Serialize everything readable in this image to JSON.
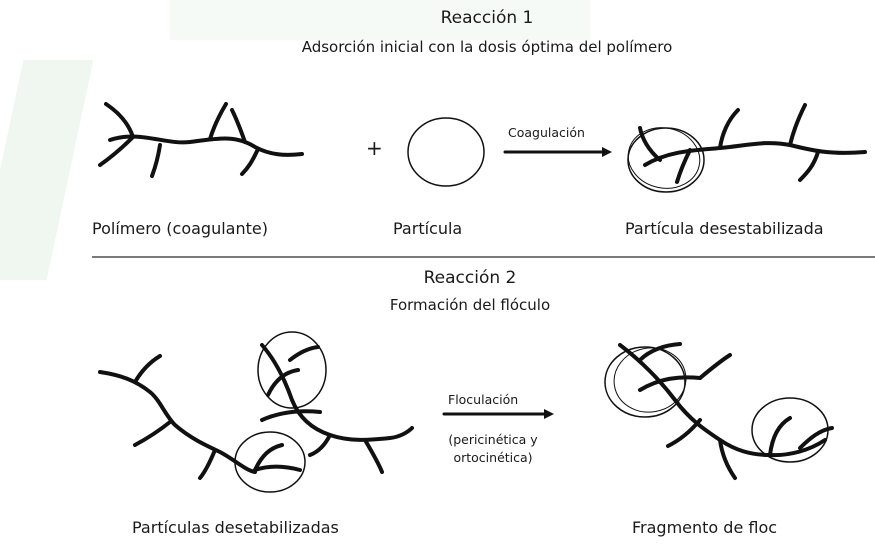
{
  "reaction1": {
    "title": "Reacción 1",
    "subtitle": "Adsorción inicial con la dosis óptima del polímero",
    "plus": "+",
    "arrow_label": "Coagulación",
    "labels": {
      "polymer": "Polímero (coagulante)",
      "particle": "Partícula",
      "destabilized": "Partícula desestabilizada"
    }
  },
  "reaction2": {
    "title": "Reacción 2",
    "subtitle": "Formación del flóculo",
    "arrow_label": "Floculación",
    "arrow_sublabel_1": "(pericinética y",
    "arrow_sublabel_2": "ortocinética)",
    "labels": {
      "destabilized_particles": "Partículas desetabilizadas",
      "floc_fragment": "Fragmento de floc"
    }
  }
}
